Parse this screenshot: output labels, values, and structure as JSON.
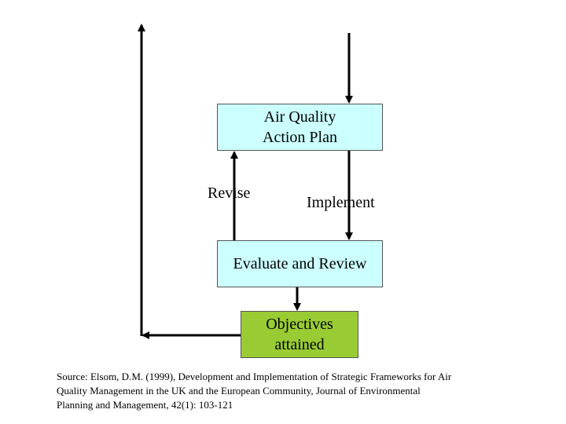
{
  "diagram": {
    "nodes": {
      "action_plan": {
        "lines": [
          "Air Quality",
          "Action Plan"
        ],
        "fill": "#ccffff"
      },
      "evaluate": {
        "lines": [
          "Evaluate and Review"
        ],
        "fill": "#ccffff"
      },
      "objectives": {
        "lines": [
          "Objectives",
          "attained"
        ],
        "fill": "#99cc33"
      }
    },
    "edge_labels": {
      "revise": "Revise",
      "implement": "Implement"
    },
    "edges": [
      {
        "from": "top",
        "to": "action_plan"
      },
      {
        "from": "action_plan",
        "to": "evaluate",
        "label": "Implement"
      },
      {
        "from": "evaluate",
        "to": "action_plan",
        "label": "Revise"
      },
      {
        "from": "evaluate",
        "to": "objectives"
      },
      {
        "from": "objectives",
        "to": "top"
      }
    ]
  },
  "source": {
    "lines": [
      "Source: Elsom, D.M. (1999), Development and Implementation of Strategic Frameworks for Air",
      "Quality Management in the UK and the European Community, Journal of Environmental",
      "Planning and Management, 42(1): 103-121"
    ]
  }
}
